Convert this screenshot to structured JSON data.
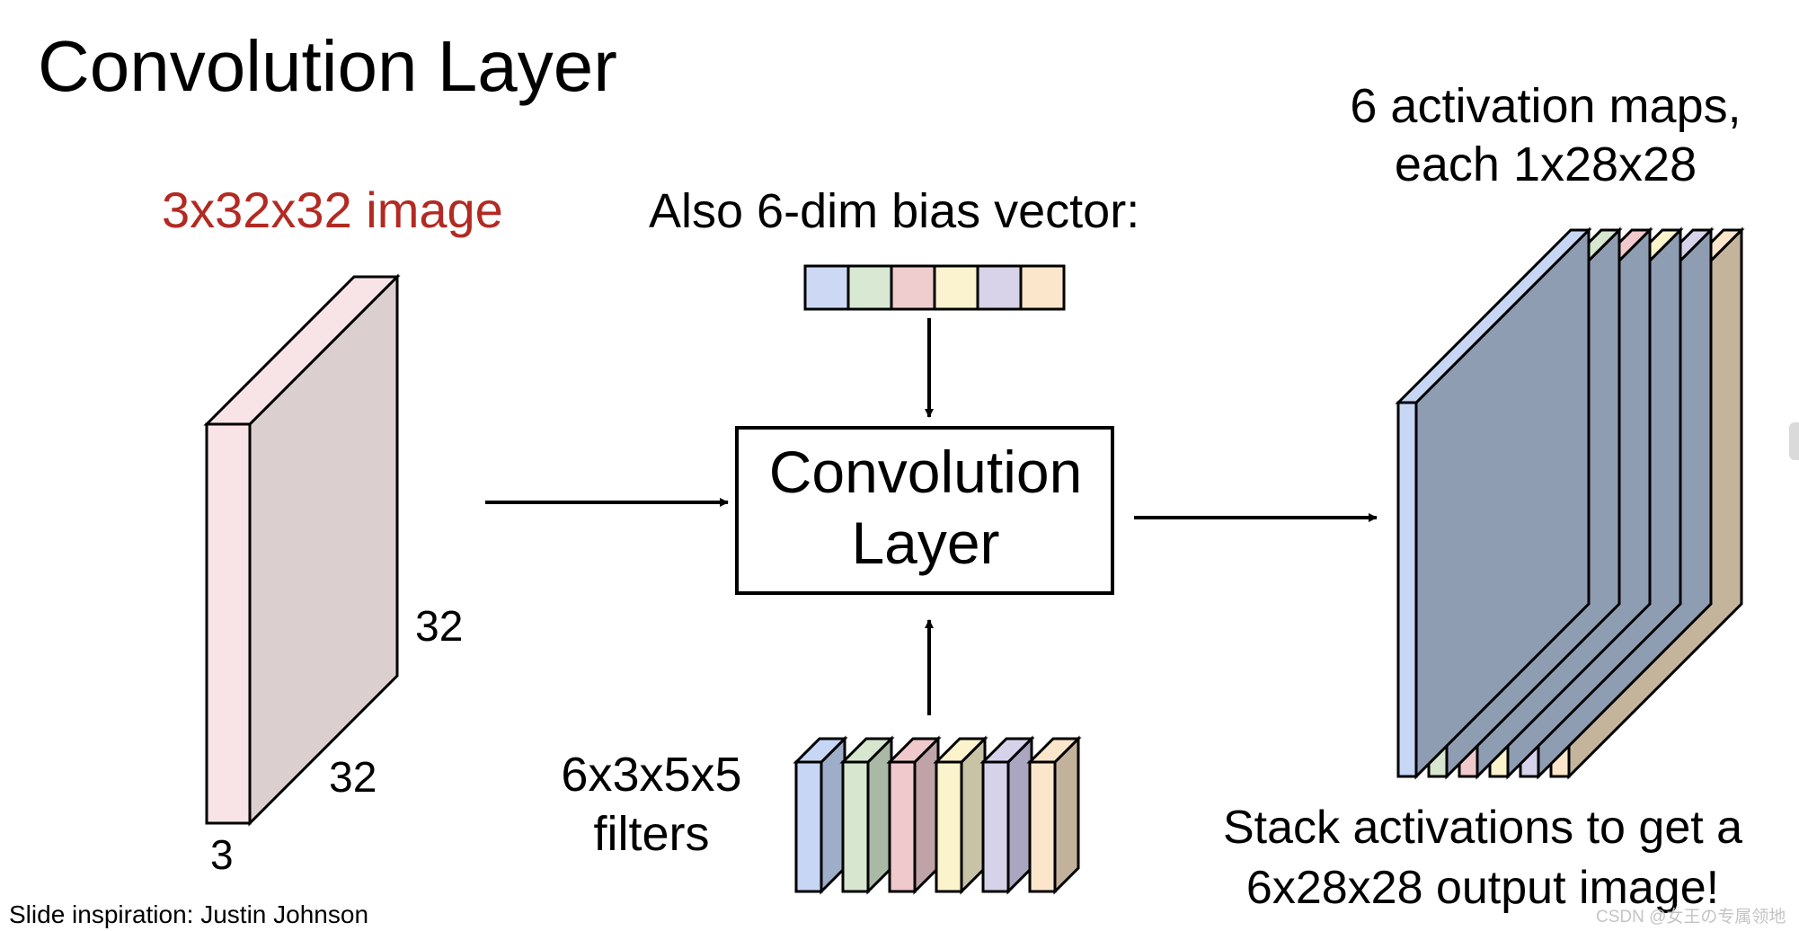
{
  "slide": {
    "title": "Convolution Layer",
    "credit": "Slide inspiration: Justin Johnson",
    "watermark": "CSDN @女王の专属领地"
  },
  "input": {
    "title": "3x32x32 image",
    "title_color": "#b22a22",
    "height_label": "32",
    "width_label": "32",
    "depth_label": "3",
    "front_color": "#f8e4e6",
    "side_color": "#dccfd0"
  },
  "bias": {
    "title": "Also 6-dim bias vector:",
    "colors": [
      "#cdd9f4",
      "#d9e8d3",
      "#efcdcf",
      "#fbf3cf",
      "#d8d3e8",
      "#fbe6cc"
    ]
  },
  "conv": {
    "label": "Convolution Layer"
  },
  "filters": {
    "label": "6x3x5x5 filters",
    "count": 6,
    "colors": [
      "#c6d6f4",
      "#d6e6cf",
      "#f0c9cc",
      "#fbf3cc",
      "#d6d2ea",
      "#fbe6cb"
    ],
    "side_colors": [
      "#9eaec8",
      "#a9b9a6",
      "#c0a3a7",
      "#c8c2a7",
      "#aaa6c0",
      "#c3b29b"
    ]
  },
  "output": {
    "title": "6 activation maps, each 1x28x28",
    "count": 6,
    "colors": [
      "#c6d6f4",
      "#d6e6cf",
      "#f0c9cc",
      "#fbf3cc",
      "#d6d2ea",
      "#fbe6cb"
    ],
    "back_color": "#c4b49c",
    "stack_label": "Stack activations to get a 6x28x28 output image!"
  }
}
